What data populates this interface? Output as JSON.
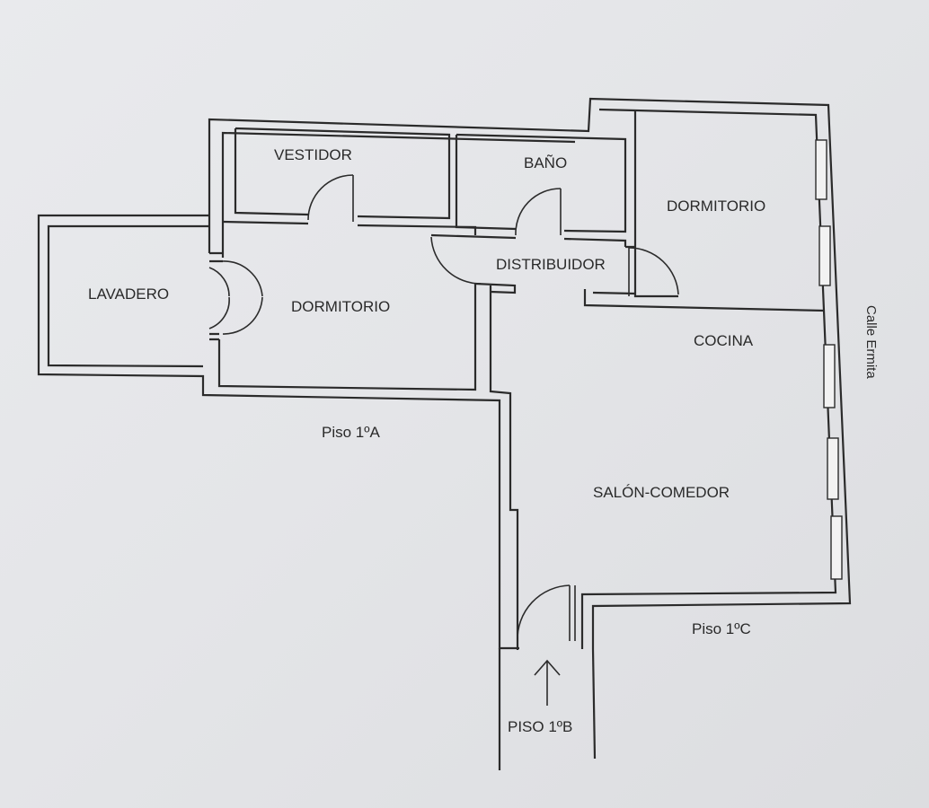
{
  "rooms": {
    "vestidor": "VESTIDOR",
    "bano": "BAÑO",
    "dormitorio_1": "DORMITORIO",
    "lavadero": "LAVADERO",
    "dormitorio_2": "DORMITORIO",
    "distribuidor": "DISTRIBUIDOR",
    "cocina": "COCINA",
    "salon_comedor": "SALÓN-COMEDOR"
  },
  "neighbors": {
    "piso_1a": "Piso 1ºA",
    "piso_1b": "PISO 1ºB",
    "piso_1c": "Piso 1ºC"
  },
  "street": "Calle Ermita",
  "icons": {
    "entrance": "arrow-up-icon"
  }
}
